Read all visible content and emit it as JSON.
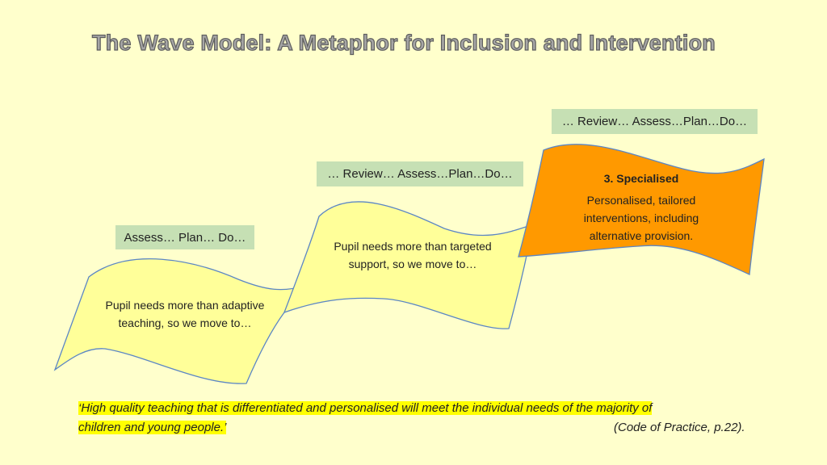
{
  "title": "The Wave Model: A Metaphor for Inclusion and Intervention",
  "colors": {
    "background": "#ffffcc",
    "wave_light": "#ffff99",
    "wave_specialised": "#ff9900",
    "label_box": "#c6e0b4",
    "highlight": "#ffff00"
  },
  "labels": {
    "wave1": "Assess… Plan… Do…",
    "wave2": "… Review… Assess…Plan…Do…",
    "wave3": "… Review… Assess…Plan…Do…"
  },
  "waves": {
    "wave1_text": "Pupil needs more than adaptive teaching, so we move to…",
    "wave2_text": "Pupil needs more than targeted support, so we move to…",
    "wave3_title": "3. Specialised",
    "wave3_text": "Personalised, tailored interventions, including alternative provision."
  },
  "quote": {
    "line1": "‘High quality teaching that is differentiated and personalised will meet the individual needs of the majority of",
    "line2": "children and young people.’",
    "citation": "(Code of Practice, p.22)."
  }
}
